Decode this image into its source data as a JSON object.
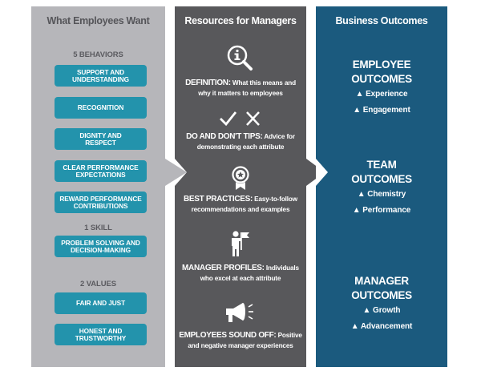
{
  "colors": {
    "employees_panel": "#b6b6ba",
    "resources_panel": "#58585b",
    "outcomes_panel": "#1b5a7e",
    "pill": "#2393ac"
  },
  "employees": {
    "title": "What Employees Want",
    "behaviors_label": "5 BEHAVIORS",
    "behaviors": [
      "SUPPORT AND\nUNDERSTANDING",
      "RECOGNITION",
      "DIGNITY AND\nRESPECT",
      "CLEAR PERFORMANCE\nEXPECTATIONS",
      "REWARD PERFORMANCE\nCONTRIBUTIONS"
    ],
    "skill_label": "1 SKILL",
    "skills": [
      "PROBLEM SOLVING AND\nDECISION-MAKING"
    ],
    "values_label": "2 VALUES",
    "values": [
      "FAIR AND JUST",
      "HONEST AND\nTRUSTWORTHY"
    ]
  },
  "resources": {
    "title": "Resources for Managers",
    "items": [
      {
        "icon": "info-magnifier-icon",
        "lead": "DEFINITION:",
        "text1": " What this means and",
        "text2": "why it matters to employees"
      },
      {
        "icon": "check-and-x-icon",
        "lead": "DO AND DON'T TIPS:",
        "text1": " Advice for",
        "text2": "demonstrating each attribute"
      },
      {
        "icon": "award-ribbon-icon",
        "lead": "BEST PRACTICES:",
        "text1": " Easy-to-follow",
        "text2": "recommendations and examples"
      },
      {
        "icon": "person-flag-icon",
        "lead": "MANAGER PROFILES:",
        "text1": " Individuals",
        "text2": "who excel at each attribute"
      },
      {
        "icon": "megaphone-icon",
        "lead": "EMPLOYEES SOUND OFF:",
        "text1": " Positive",
        "text2": "and negative manager experiences"
      }
    ]
  },
  "outcomes": {
    "title": "Business Outcomes",
    "arrow_symbol": "▲",
    "groups": [
      {
        "title1": "EMPLOYEE",
        "title2": "OUTCOMES",
        "items": [
          "Experience",
          "Engagement"
        ]
      },
      {
        "title1": "TEAM",
        "title2": "OUTCOMES",
        "items": [
          "Chemistry",
          "Performance"
        ]
      },
      {
        "title1": "MANAGER",
        "title2": "OUTCOMES",
        "items": [
          "Growth",
          "Advancement"
        ]
      }
    ]
  }
}
